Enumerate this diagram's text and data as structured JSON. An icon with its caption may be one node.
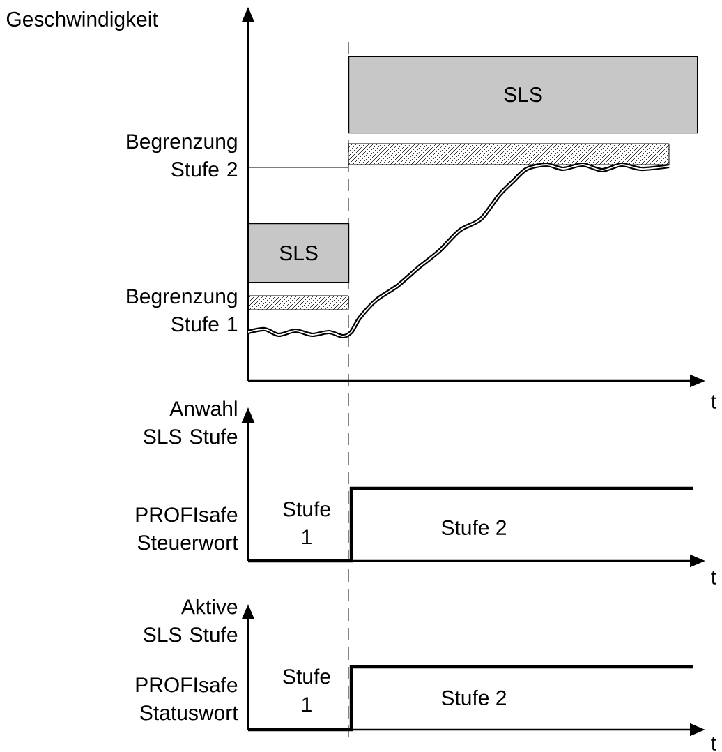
{
  "diagram": {
    "nodes": [
      {
        "text": [
          "SLS"
        ]
      },
      {
        "text": [
          "SLS"
        ]
      }
    ],
    "labels": [
      "Geschwindigkeit",
      "Begrenzung Stufe 2",
      "Begrenzung Stufe 1",
      "t",
      "Anwahl SLS Stufe",
      "Stufe 1",
      "PROFIsafe Steuerwort",
      "Stufe 2",
      "t",
      "Aktive SLS Stufe",
      "Stufe 1",
      "PROFIsafe Statuswort",
      "Stufe 2",
      "t"
    ]
  }
}
